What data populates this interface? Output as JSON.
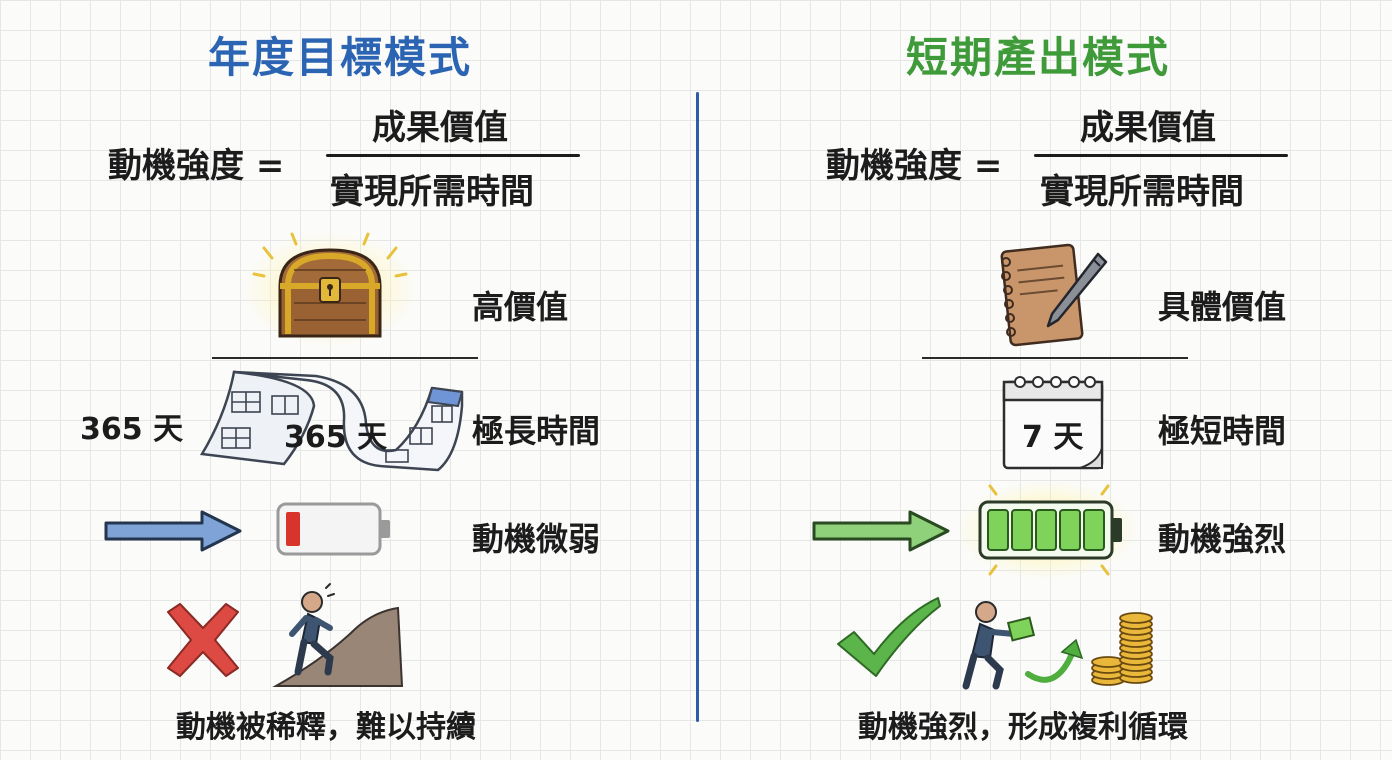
{
  "colors": {
    "left_title": "#2b64b3",
    "right_title": "#3f9a3a",
    "divider": "#2d5da6",
    "left_arrow": "#7fa3d6",
    "right_arrow": "#8fd07a",
    "battery_low": "#d9342b",
    "battery_full": "#7fd35a"
  },
  "left": {
    "title": "年度目標模式",
    "formula": {
      "lhs": "動機強度 =",
      "numerator": "成果價值",
      "denominator": "實現所需時間"
    },
    "value_label": "高價值",
    "days_label_outer": "365 天",
    "days_label_inner": "365 天",
    "time_label": "極長時間",
    "motivation_label": "動機微弱",
    "battery_level": 0.15,
    "caption": "動機被稀釋，難以持續",
    "icons": [
      "treasure-chest-icon",
      "calendar-scroll-icon",
      "arrow-icon",
      "low-battery-icon",
      "cross-icon",
      "climbing-person-icon"
    ]
  },
  "right": {
    "title": "短期產出模式",
    "formula": {
      "lhs": "動機強度 =",
      "numerator": "成果價值",
      "denominator": "實現所需時間"
    },
    "value_label": "具體價值",
    "calendar_label": "7 天",
    "time_label": "極短時間",
    "motivation_label": "動機強烈",
    "battery_level": 1.0,
    "caption": "動機強烈，形成複利循環",
    "icons": [
      "notebook-pen-icon",
      "calendar-icon",
      "arrow-icon",
      "full-battery-icon",
      "check-icon",
      "reinvest-person-icon",
      "coin-stack-icon"
    ]
  }
}
